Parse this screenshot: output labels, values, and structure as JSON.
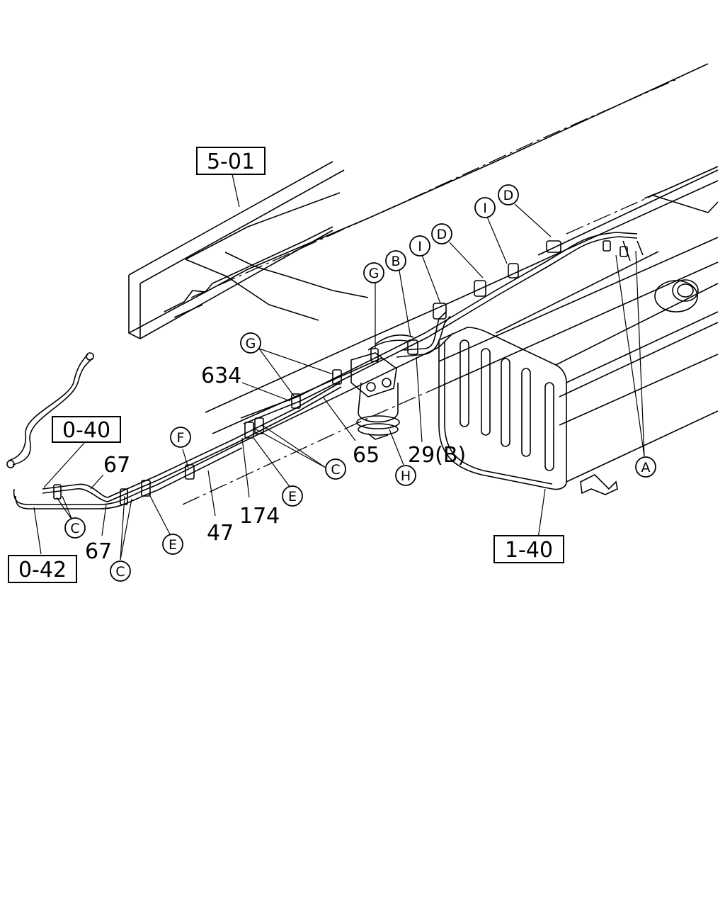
{
  "boxes": {
    "frame": "5-01",
    "tank": "1-40",
    "inlet": "0-40",
    "outlet": "0-42"
  },
  "numbers": {
    "n634": "634",
    "n65": "65",
    "n29b": "29(B)",
    "n67a": "67",
    "n67b": "67",
    "n47": "47",
    "n174": "174"
  },
  "callouts": {
    "d1": "D",
    "i1": "I",
    "d2": "D",
    "i2": "I",
    "b": "B",
    "g1": "G",
    "g2": "G",
    "f": "F",
    "c1": "C",
    "c2": "C",
    "c3": "C",
    "e1": "E",
    "e2": "E",
    "h": "H",
    "a": "A"
  }
}
